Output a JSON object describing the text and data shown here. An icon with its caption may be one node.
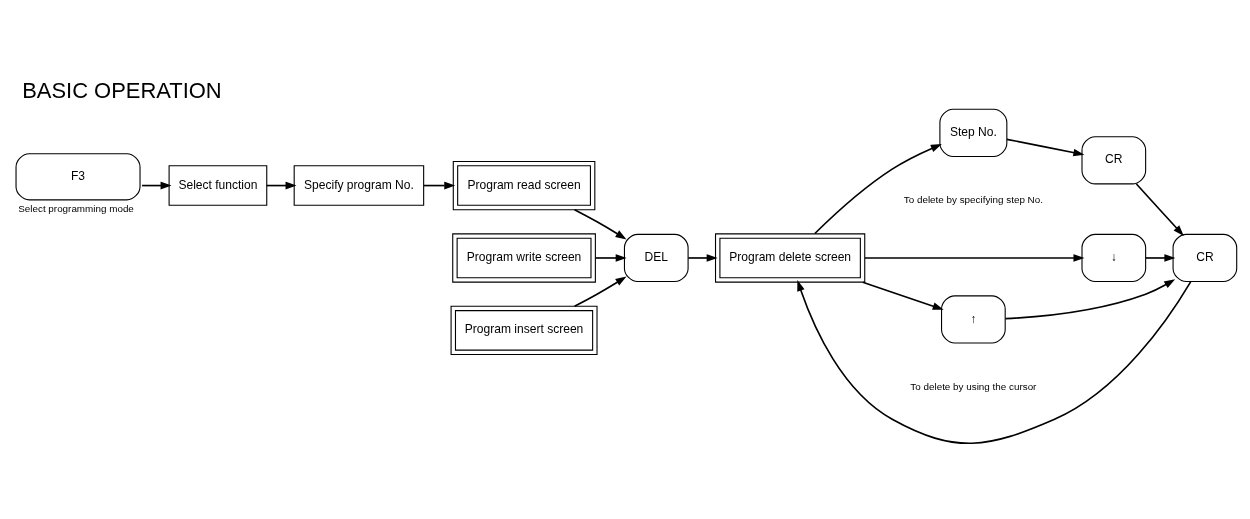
{
  "diagram": {
    "title": "BASIC OPERATION",
    "nodes": [
      {
        "text": [
          "F3"
        ],
        "beside": [
          "Select programming mode"
        ]
      },
      {
        "text": [
          "Select function"
        ]
      },
      {
        "text": [
          "Specify program No."
        ]
      },
      {
        "text": [
          "Program read screen"
        ]
      },
      {
        "text": [
          "Program write screen"
        ]
      },
      {
        "text": [
          "Program insert screen"
        ]
      },
      {
        "text": [
          "DEL"
        ]
      },
      {
        "text": [
          "Program delete screen"
        ]
      },
      {
        "text": [
          "Step No."
        ]
      },
      {
        "text": [
          "CR"
        ]
      },
      {
        "text": [
          "↓"
        ]
      },
      {
        "text": [
          "↑"
        ]
      },
      {
        "text": [
          "CR"
        ]
      }
    ],
    "edges": [
      {
        "from": 0,
        "to": 1,
        "arrow": "to"
      },
      {
        "from": 1,
        "to": 2,
        "arrow": "to"
      },
      {
        "from": 2,
        "to": 3,
        "arrow": "to"
      },
      {
        "from": 3,
        "to": 6,
        "arrow": "to"
      },
      {
        "from": 4,
        "to": 6,
        "arrow": "to"
      },
      {
        "from": 5,
        "to": 6,
        "arrow": "to"
      },
      {
        "from": 6,
        "to": 7,
        "arrow": "to"
      },
      {
        "from": 7,
        "to": 8,
        "arrow": "to"
      },
      {
        "from": 8,
        "to": 9,
        "arrow": "to"
      },
      {
        "from": 7,
        "to": 10,
        "arrow": "to"
      },
      {
        "from": 7,
        "to": 11,
        "arrow": "to"
      },
      {
        "from": 9,
        "to": 12,
        "arrow": "to"
      },
      {
        "from": 10,
        "to": 12,
        "arrow": "to"
      },
      {
        "from": 11,
        "to": 12,
        "arrow": "to"
      },
      {
        "from": 12,
        "to": 7,
        "arrow": "to"
      }
    ],
    "labels": [
      "To delete by specifying step No.",
      "To delete by using the cursor"
    ]
  }
}
